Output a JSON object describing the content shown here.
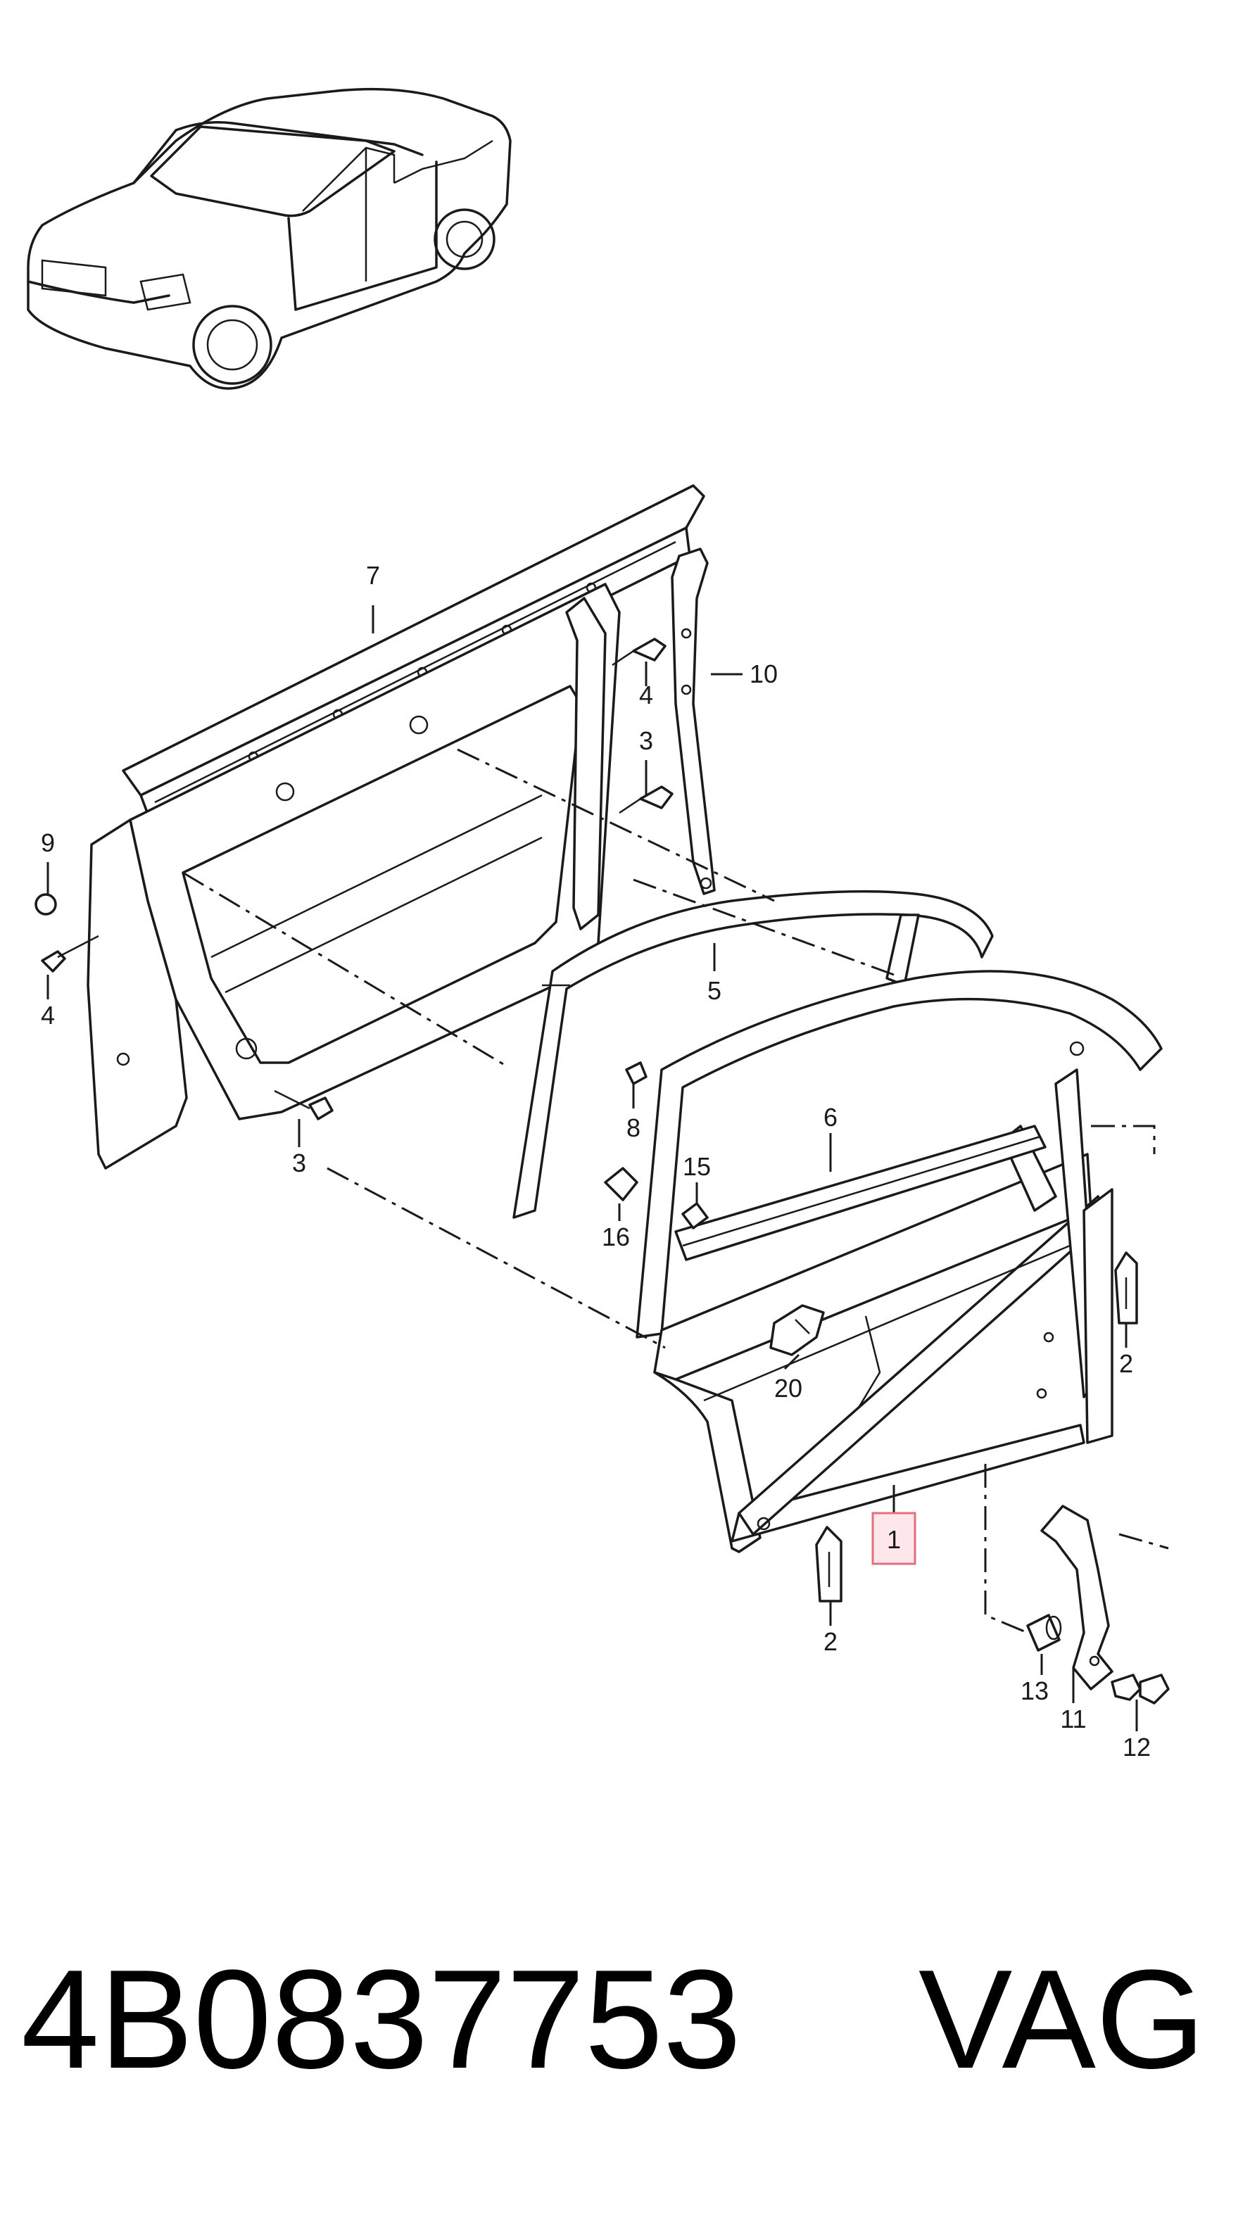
{
  "callouts": {
    "c7": "7",
    "c10": "10",
    "c4a": "4",
    "c3a": "3",
    "c9": "9",
    "c4b": "4",
    "c5": "5",
    "c3b": "3",
    "c8": "8",
    "c6": "6",
    "c15": "15",
    "c16": "16",
    "c2a": "2",
    "c20": "20",
    "c1": "1",
    "c2b": "2",
    "c13": "13",
    "c11": "11",
    "c12": "12"
  },
  "footer": {
    "part_number": "4B0837753",
    "brand": "VAG"
  }
}
